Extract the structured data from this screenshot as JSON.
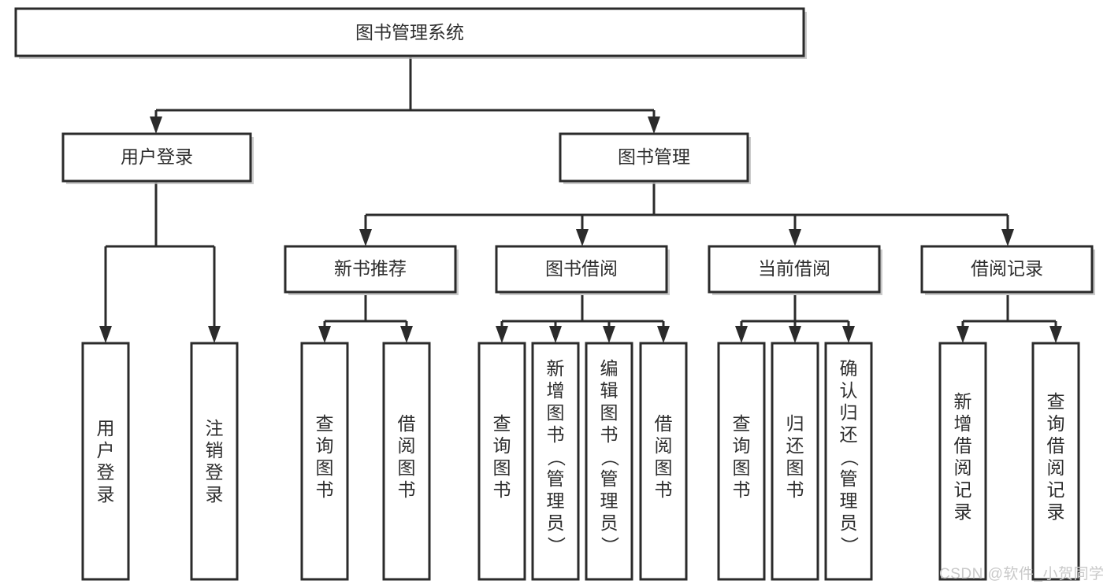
{
  "diagram": {
    "title": "图书管理系统",
    "type": "tree-hierarchy",
    "watermark": "CSDN @软件_小贺同学",
    "colors": {
      "box_fill": "#ffffff",
      "box_stroke": "#2b2b2b",
      "text": "#2e2e2e",
      "shadow": "#b8b8b8",
      "watermark": "#c9c9c9",
      "background": "#ffffff"
    },
    "root": {
      "label": "图书管理系统"
    },
    "level2": [
      {
        "label": "用户登录"
      },
      {
        "label": "图书管理"
      }
    ],
    "level3": [
      {
        "label": "新书推荐"
      },
      {
        "label": "图书借阅"
      },
      {
        "label": "当前借阅"
      },
      {
        "label": "借阅记录"
      }
    ],
    "leaves": {
      "user_login": [
        {
          "label": "用户登录"
        },
        {
          "label": "注销登录"
        }
      ],
      "new_book_recommend": [
        {
          "label": "查询图书"
        },
        {
          "label": "借阅图书"
        }
      ],
      "book_borrow": [
        {
          "label": "查询图书"
        },
        {
          "label": "新增图书（管理员）"
        },
        {
          "label": "编辑图书（管理员）"
        },
        {
          "label": "借阅图书"
        }
      ],
      "current_borrow": [
        {
          "label": "查询图书"
        },
        {
          "label": "归还图书"
        },
        {
          "label": "确认归还（管理员）"
        }
      ],
      "borrow_record": [
        {
          "label": "新增借阅记录"
        },
        {
          "label": "查询借阅记录"
        }
      ]
    }
  }
}
